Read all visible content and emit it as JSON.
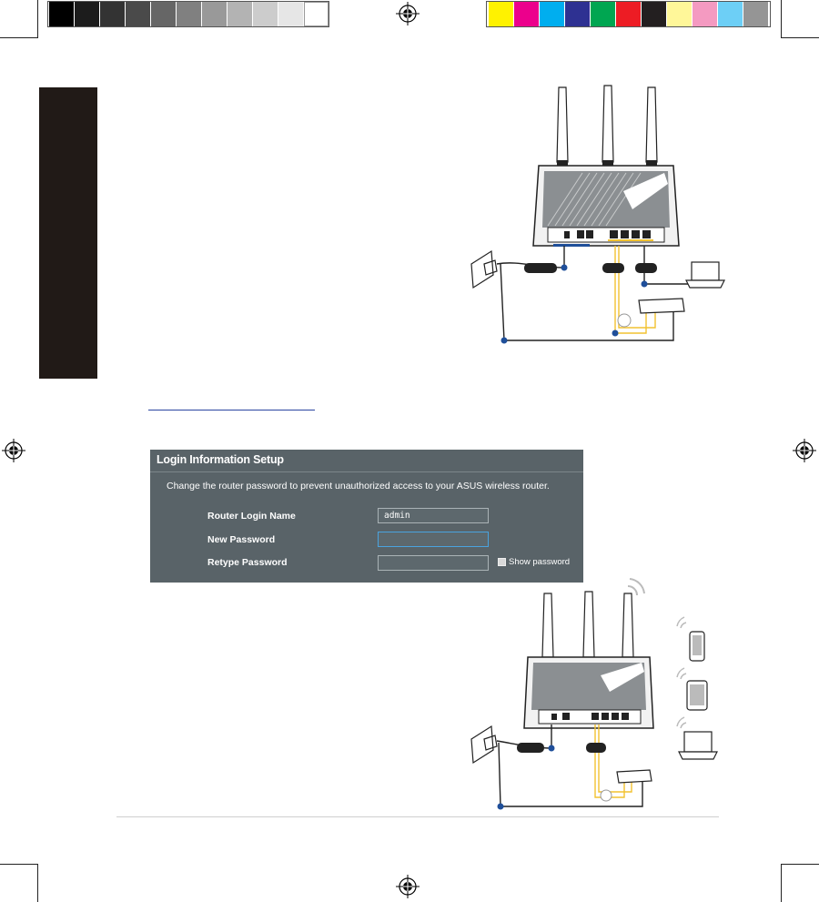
{
  "color_bar": {
    "grays": [
      "#000000",
      "#1c1c1c",
      "#333333",
      "#4a4a4a",
      "#666666",
      "#808080",
      "#999999",
      "#b3b3b3",
      "#cccccc",
      "#e6e6e6",
      "#ffffff"
    ],
    "colors": [
      "#fff200",
      "#ec008c",
      "#00aeef",
      "#2e3192",
      "#00a651",
      "#ed1c24",
      "#231f20",
      "#fff799",
      "#f49ac1",
      "#6dcff6",
      "#959595"
    ]
  },
  "login_setup": {
    "title": "Login Information Setup",
    "description": "Change the router password to prevent unauthorized access to your ASUS wireless router.",
    "router_login_name_label": "Router Login Name",
    "router_login_name_value": "admin",
    "new_password_label": "New Password",
    "new_password_value": "",
    "retype_password_label": "Retype Password",
    "retype_password_value": "",
    "show_password_label": "Show password"
  },
  "colors": {
    "panel_bg": "#596368",
    "tab_bg": "#211a17",
    "cable_yellow": "#f2c230",
    "cable_blue": "#1f4f9a",
    "link_blue": "#2a44a0"
  }
}
